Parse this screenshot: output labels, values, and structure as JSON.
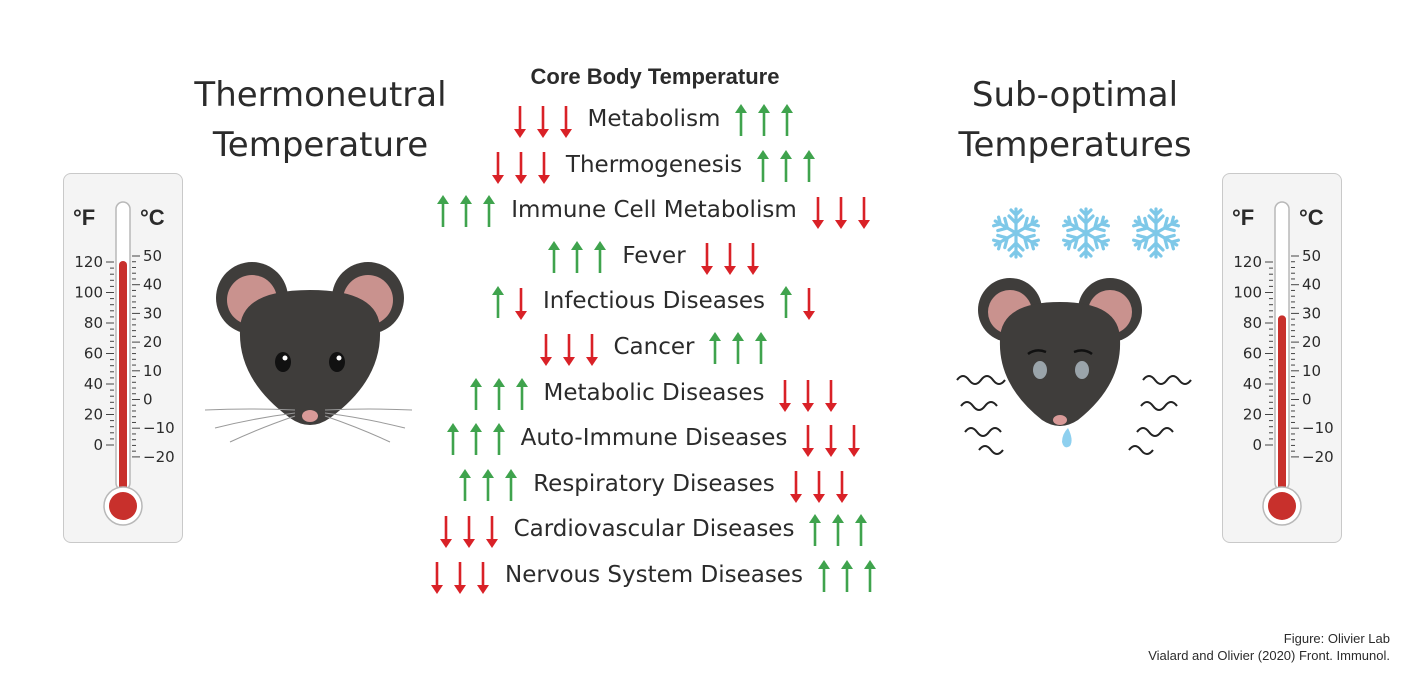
{
  "left_title": {
    "line1": "Thermoneutral",
    "line2": "Temperature"
  },
  "right_title": {
    "line1": "Sub-optimal",
    "line2": "Temperatures"
  },
  "center_title": "Core Body Temperature",
  "thermometer": {
    "unit_f": "°F",
    "unit_c": "°C",
    "f_ticks": [
      "120",
      "100",
      "80",
      "60",
      "40",
      "20",
      "0"
    ],
    "c_ticks": [
      "50",
      "40",
      "30",
      "20",
      "10",
      "0",
      "10",
      "20"
    ],
    "left_fill_fraction": 0.82,
    "right_fill_fraction": 0.62
  },
  "rows": [
    {
      "label": "Metabolism",
      "left": [
        "down",
        "down",
        "down"
      ],
      "right": [
        "up",
        "up",
        "up"
      ]
    },
    {
      "label": "Thermogenesis",
      "left": [
        "down",
        "down",
        "down"
      ],
      "right": [
        "up",
        "up",
        "up"
      ]
    },
    {
      "label": "Immune Cell Metabolism",
      "left": [
        "up",
        "up",
        "up"
      ],
      "right": [
        "down",
        "down",
        "down"
      ]
    },
    {
      "label": "Fever",
      "left": [
        "up",
        "up",
        "up"
      ],
      "right": [
        "down",
        "down",
        "down"
      ]
    },
    {
      "label": "Infectious Diseases",
      "left": [
        "up",
        "down"
      ],
      "right": [
        "up",
        "down"
      ]
    },
    {
      "label": "Cancer",
      "left": [
        "down",
        "down",
        "down"
      ],
      "right": [
        "up",
        "up",
        "up"
      ]
    },
    {
      "label": "Metabolic Diseases",
      "left": [
        "up",
        "up",
        "up"
      ],
      "right": [
        "down",
        "down",
        "down"
      ]
    },
    {
      "label": "Auto-Immune Diseases",
      "left": [
        "up",
        "up",
        "up"
      ],
      "right": [
        "down",
        "down",
        "down"
      ]
    },
    {
      "label": "Respiratory Diseases",
      "left": [
        "up",
        "up",
        "up"
      ],
      "right": [
        "down",
        "down",
        "down"
      ]
    },
    {
      "label": "Cardiovascular Diseases",
      "left": [
        "down",
        "down",
        "down"
      ],
      "right": [
        "up",
        "up",
        "up"
      ]
    },
    {
      "label": "Nervous System Diseases",
      "left": [
        "down",
        "down",
        "down"
      ],
      "right": [
        "up",
        "up",
        "up"
      ]
    }
  ],
  "colors": {
    "up": "#3fa34d",
    "down": "#d92127",
    "mouse": "#3f3d3b",
    "ear": "#c9928e",
    "mercury": "#c8302c",
    "snow": "#7ec8e8"
  },
  "credit": {
    "line1": "Figure: Olivier Lab",
    "line2": "Vialard and Olivier (2020) Front. Immunol."
  }
}
